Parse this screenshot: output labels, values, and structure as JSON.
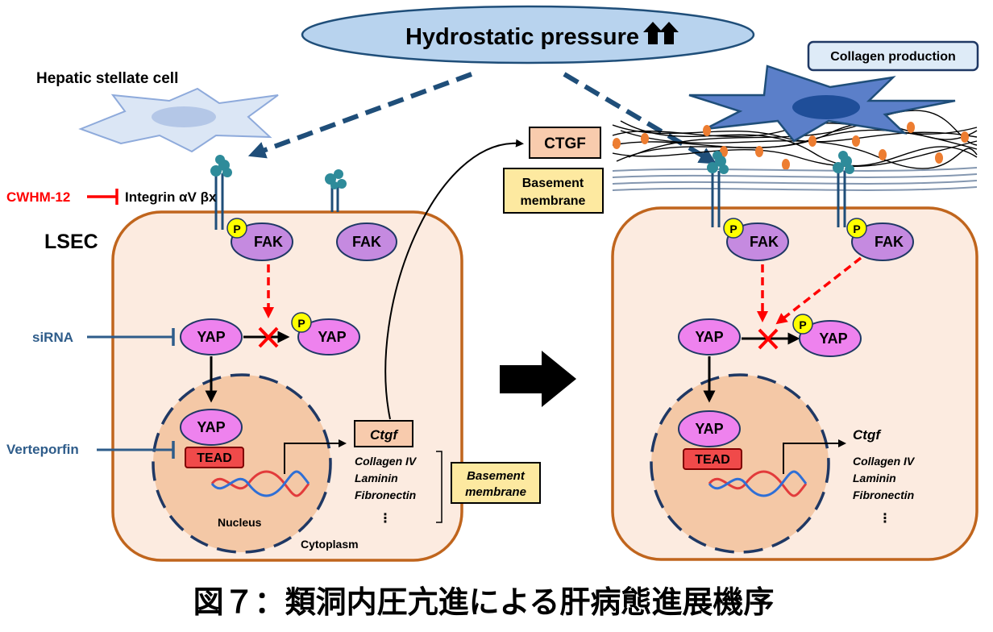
{
  "top": {
    "pressure_label": "Hydrostatic pressure",
    "collagen_production": "Collagen production",
    "stellate_label": "Hepatic stellate cell"
  },
  "left": {
    "inhibitor_integrin": "CWHM-12",
    "integrin_label": "Integrin αV βx",
    "cell_label": "LSEC",
    "fak1": "FAK",
    "fak2": "FAK",
    "phospho": "P",
    "yap": "YAP",
    "yap_p": "YAP",
    "sirna": "siRNA",
    "verteporfin": "Verteporfin",
    "yap_nucleus": "YAP",
    "tead": "TEAD",
    "nucleus": "Nucleus",
    "cytoplasm": "Cytoplasm",
    "ctgf_gene": "Ctgf",
    "genes": [
      "Collagen IV",
      "Laminin",
      "Fibronectin",
      "⋮"
    ],
    "basement": [
      "Basement",
      "membrane"
    ]
  },
  "middle": {
    "ctgf_protein": "CTGF",
    "basement": [
      "Basement",
      "membrane"
    ]
  },
  "right": {
    "fak1": "FAK",
    "fak2": "FAK",
    "phospho": "P",
    "yap": "YAP",
    "yap_p": "YAP",
    "yap_nucleus": "YAP",
    "tead": "TEAD",
    "ctgf_gene": "Ctgf",
    "genes": [
      "Collagen IV",
      "Laminin",
      "Fibronectin",
      "⋮"
    ]
  },
  "caption": "図７：類洞内圧亢進による肝病態進展機序",
  "colors": {
    "cell_fill": "#fcebe0",
    "cell_border": "#c0651d",
    "nucleus_fill": "#f4c8a6",
    "fak_fill": "#c58ae0",
    "yap_fill": "#ee82ee",
    "tead_fill": "#f04a4a",
    "phospho_fill": "#ffff00",
    "blue_dash": "#1f4e79",
    "red_dash": "#ff0000",
    "orange_box": "#f8cbad",
    "yellow_box": "#fde9a0"
  }
}
